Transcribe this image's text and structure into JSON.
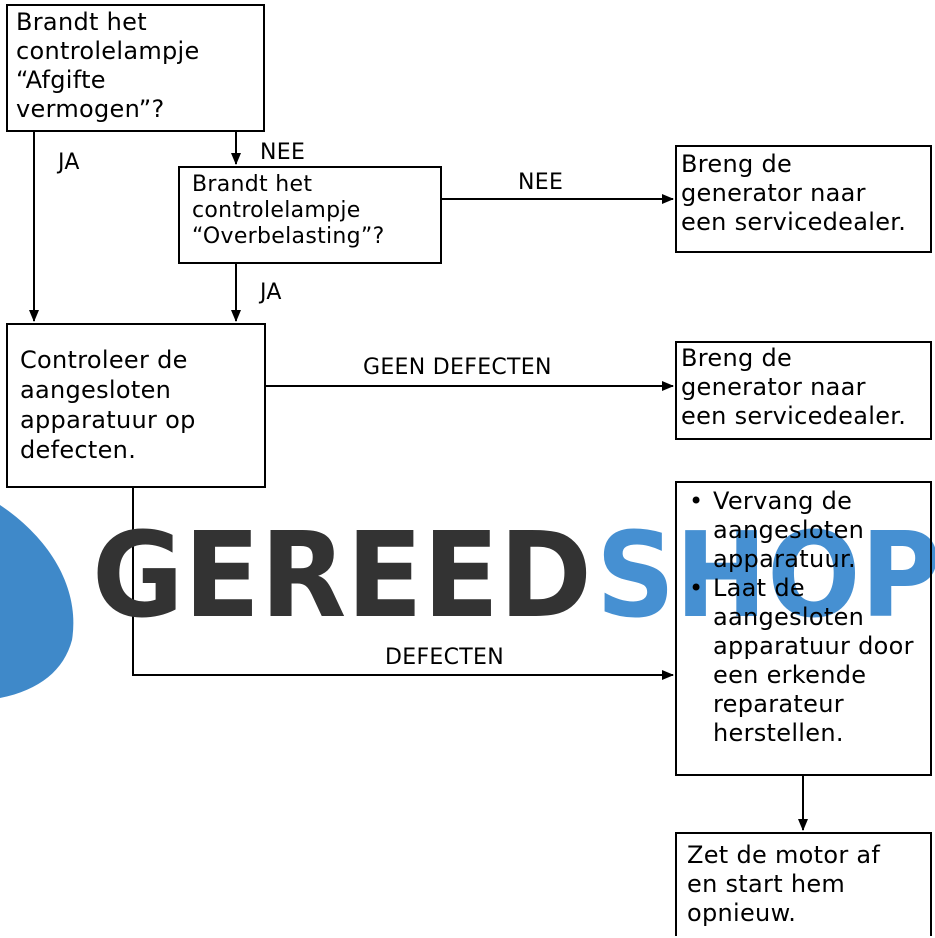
{
  "boxes": {
    "q_output": "Brandt het\ncontrolelampje\n“Afgifte\nvermogen”?",
    "q_overload": "Brandt het\ncontrolelampje\n“Overbelasting”?",
    "dealer_1": "Breng de\ngenerator naar\neen servicedealer.",
    "check_devices": "Controleer de\naangesloten\napparatuur op\ndefecten.",
    "dealer_2": "Breng de\ngenerator naar\neen servicedealer.",
    "replace_items": [
      "Vervang de\naangesloten\napparatuur.",
      "Laat de\naangesloten\napparatuur door\neen erkende\nreparateur\nherstellen."
    ],
    "restart": "Zet de motor af\nen start hem\nopnieuw."
  },
  "bullet_char": "•",
  "labels": {
    "ja_1": "JA",
    "nee_1": "NEE",
    "nee_2": "NEE",
    "ja_2": "JA",
    "geen_defecten": "GEEN DEFECTEN",
    "defecten": "DEFECTEN"
  },
  "watermark": {
    "text_dark": "GEREED",
    "text_blue": "SHOP",
    "color_dark": "#333333",
    "color_blue": "#3d8bd0"
  },
  "colors": {
    "line": "#000000",
    "box_border": "#000000"
  }
}
